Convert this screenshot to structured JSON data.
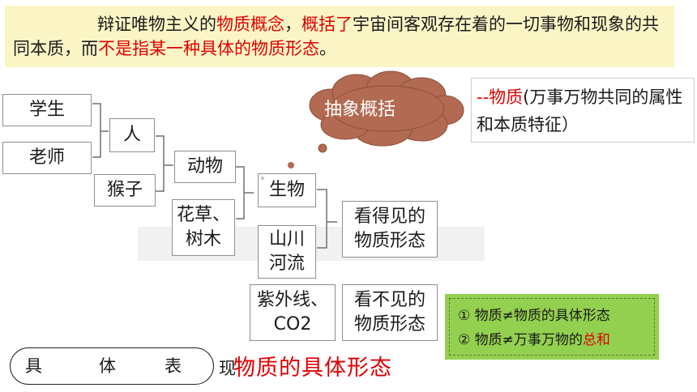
{
  "banner": {
    "segments": [
      {
        "text": "辩证唯物主义的",
        "red": false
      },
      {
        "text": "物质概念",
        "red": true
      },
      {
        "text": "，",
        "red": false
      },
      {
        "text": "概括了",
        "red": true
      },
      {
        "text": "宇宙间客观存在着的一切事物和现象的共同本质，而",
        "red": false
      },
      {
        "text": "不是指某一种具体的物质形态",
        "red": true
      },
      {
        "text": "。",
        "red": false
      }
    ]
  },
  "cloud": {
    "label": "抽象概括",
    "color": "#b26b52"
  },
  "definition": {
    "prefix": "--物质",
    "rest": "(万事万物共同的属性和本质特征）"
  },
  "tree": {
    "student": "学生",
    "teacher": "老师",
    "person": "人",
    "monkey": "猴子",
    "animal": "动物",
    "plants_line1": "花草、",
    "plants_line2": "树木",
    "organism": "生物",
    "mountains_line1": "山川",
    "mountains_line2": "河流",
    "ultraviolet_line1": "紫外线、",
    "ultraviolet_line2": "CO2",
    "visible_line1": "看得见的",
    "visible_line2": "物质形态",
    "invisible_line1": "看不见的",
    "invisible_line2": "物质形态"
  },
  "notes": {
    "item1": "① 物质≠物质的具体形态",
    "item2_prefix": "② 物质≠万事万物的",
    "item2_red": "总和",
    "bg_color": "#93d04f"
  },
  "footer": {
    "pill_chars": [
      "具",
      "体",
      "表"
    ],
    "xian": "现",
    "red_text": "物质的具体形态"
  },
  "colors": {
    "accent_red": "#e00000",
    "banner_bg": "#fbf5c6"
  }
}
